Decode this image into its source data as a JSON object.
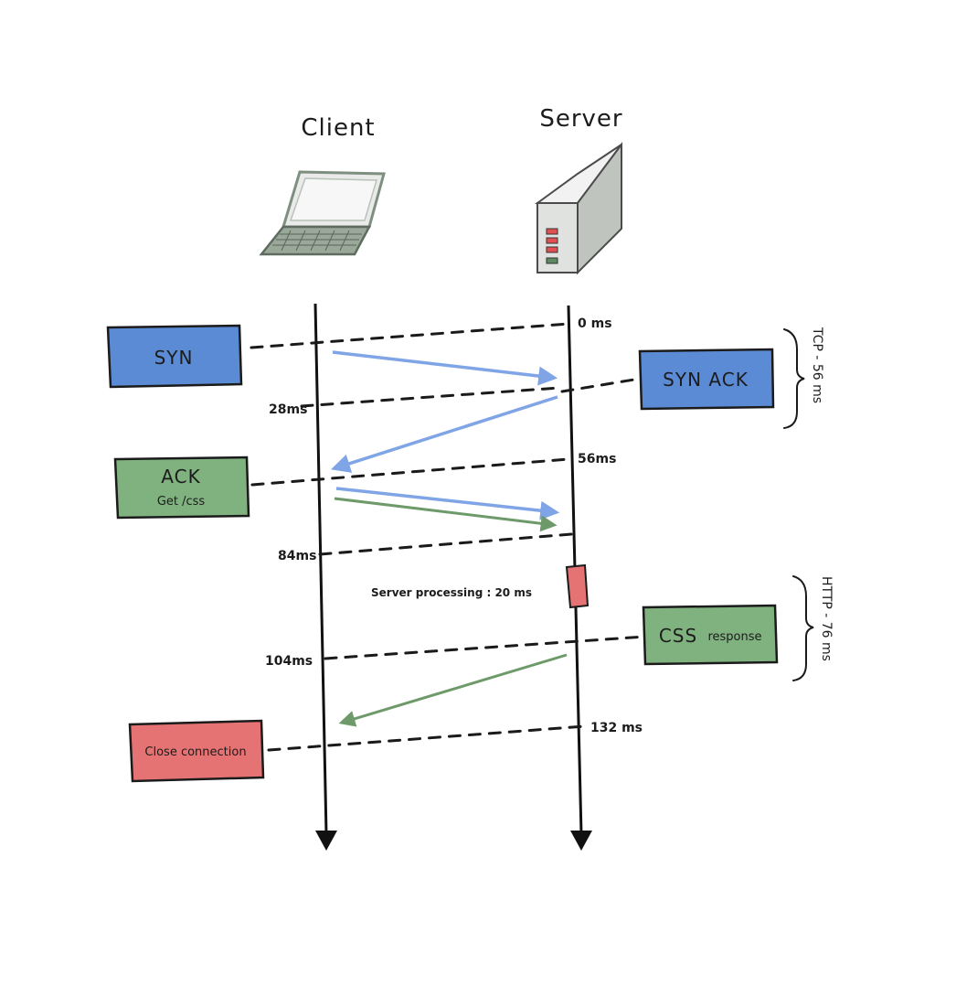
{
  "actors": {
    "client": "Client",
    "server": "Server"
  },
  "boxes": {
    "syn": "SYN",
    "syn_ack": "SYN ACK",
    "ack_line1": "ACK",
    "ack_line2": "Get /css",
    "css_main": "CSS",
    "css_small": "response",
    "close": "Close connection"
  },
  "times": {
    "t0": "0 ms",
    "t28": "28ms",
    "t56": "56ms",
    "t84": "84ms",
    "t104": "104ms",
    "t132": "132 ms"
  },
  "notes": {
    "server_processing": "Server processing : 20 ms"
  },
  "braces": {
    "tcp": "TCP - 56 ms",
    "http": "HTTP - 76 ms"
  },
  "colors": {
    "blue_box": "#5b8bd4",
    "green_box": "#7fb27e",
    "red_box": "#e57373",
    "blue_arrow": "#7fa5e6",
    "green_arrow": "#6e9a6a",
    "laptop_frame": "#9aa89a",
    "server_body": "#d6d9d6"
  }
}
